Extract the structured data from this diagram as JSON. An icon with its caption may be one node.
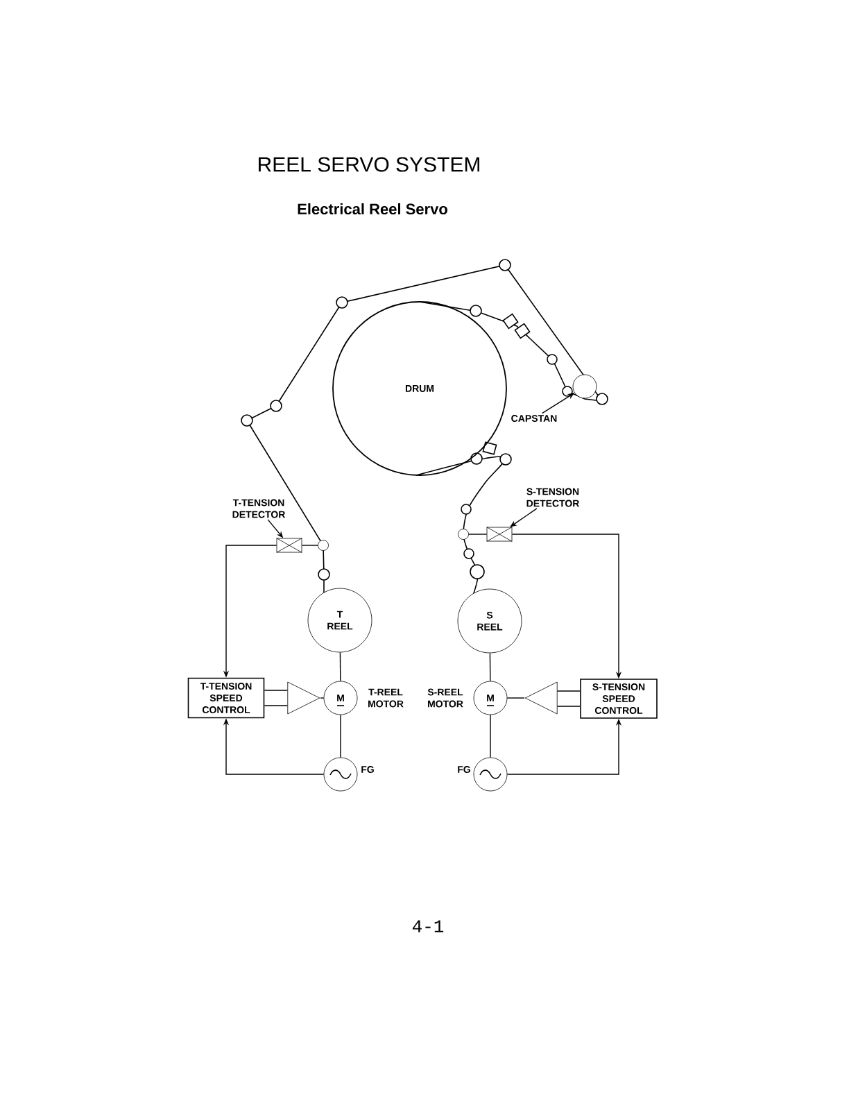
{
  "diagram": {
    "title": "REEL SERVO SYSTEM",
    "nodes": [
      {
        "text": [
          "DRUM"
        ]
      },
      {
        "text": [
          "CAPSTAN"
        ]
      },
      {
        "text": [],
        "shape": "circle"
      },
      {
        "text": [
          "T-TENSION DETECTOR"
        ]
      },
      {
        "text": [
          "S-TENSION DETECTOR"
        ]
      },
      {
        "text": [],
        "shape": "box"
      },
      {
        "text": [],
        "shape": "circle"
      },
      {
        "text": [],
        "shape": "circle"
      },
      {
        "text": [],
        "shape": "box"
      },
      {
        "text": [
          "T REEL"
        ]
      },
      {
        "text": [
          "S REEL"
        ]
      },
      {
        "text": [
          "T-TENSION SPEED CONTROL"
        ]
      },
      {
        "text": [],
        "shape": "triangle"
      },
      {
        "text": [
          "M"
        ],
        "beside": [
          "T-REEL MOTOR"
        ]
      },
      {
        "text": [
          "M"
        ],
        "beside": [
          "S-REEL MOTOR"
        ]
      },
      {
        "text": [],
        "shape": "triangle"
      },
      {
        "text": [
          "S-TENSION SPEED CONTROL"
        ]
      },
      {
        "text": [],
        "shape": "circle",
        "beside": [
          "FG"
        ]
      },
      {
        "text": [],
        "shape": "circle",
        "beside": [
          "FG"
        ]
      }
    ],
    "edges": [
      {
        "from": 3,
        "to": 5,
        "arrow": "to"
      },
      {
        "from": 4,
        "to": 8,
        "arrow": "to"
      },
      {
        "from": 1,
        "to": 2,
        "arrow": "to"
      },
      {
        "from": 5,
        "to": 6,
        "arrow": "none"
      },
      {
        "from": 8,
        "to": 7,
        "arrow": "none"
      },
      {
        "from": 5,
        "to": 11,
        "arrow": "to"
      },
      {
        "from": 8,
        "to": 16,
        "arrow": "to"
      },
      {
        "from": 9,
        "to": 13,
        "arrow": "none"
      },
      {
        "from": 10,
        "to": 14,
        "arrow": "none"
      },
      {
        "from": 11,
        "to": 12,
        "arrow": "none"
      },
      {
        "from": 11,
        "to": 12,
        "arrow": "none"
      },
      {
        "from": 12,
        "to": 13,
        "arrow": "none"
      },
      {
        "from": 16,
        "to": 15,
        "arrow": "none"
      },
      {
        "from": 16,
        "to": 15,
        "arrow": "none"
      },
      {
        "from": 15,
        "to": 14,
        "arrow": "none"
      },
      {
        "from": 13,
        "to": 17,
        "arrow": "none"
      },
      {
        "from": 14,
        "to": 18,
        "arrow": "none"
      },
      {
        "from": 17,
        "to": 11,
        "arrow": "to"
      },
      {
        "from": 18,
        "to": 16,
        "arrow": "to"
      }
    ],
    "labels": [
      "Electrical Reel Servo",
      "4-1"
    ]
  }
}
